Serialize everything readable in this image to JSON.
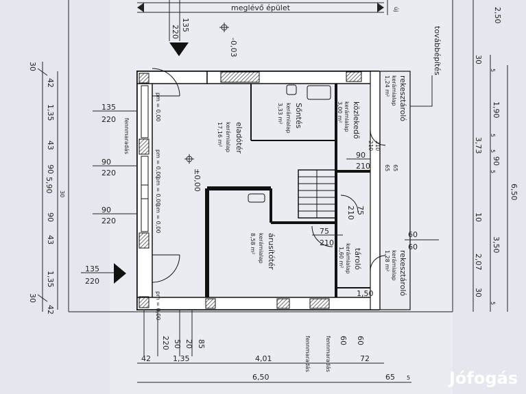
{
  "header": {
    "existing_building": "meglévő épület",
    "abbrev": "új"
  },
  "rooms": {
    "salesroom": {
      "name": "eladótér",
      "floor": "kerámialap",
      "area": "17,16 m²"
    },
    "bathroom": {
      "name": "Sőntés",
      "floor": "kerámialap",
      "area": "3,33 m²"
    },
    "corridor": {
      "name": "közlekedő",
      "floor": "kerámialap",
      "area": "3,00 m²"
    },
    "storage_top": {
      "name": "rekesztároló",
      "floor": "kerámialap",
      "area": "1,24 m²"
    },
    "goods_receiving": {
      "name": "árusítótér",
      "floor": "kerámialap",
      "area": "8,58 m²"
    },
    "storage_mid": {
      "name": "tároló",
      "floor": "kerámialap",
      "area": "1,60 m²"
    },
    "storage_bottom": {
      "name": "rekesztároló",
      "floor": "kerámialap",
      "area": "1,28 m²"
    }
  },
  "annotations": {
    "further_build": "továbbépítés",
    "remaining_left": "fennmaradás",
    "remaining_bottom1": "fennmaradás",
    "remaining_bottom2": "fennmaradás",
    "level_minus": "-0,03",
    "level_center": "±0,00",
    "pm_values": [
      "pm = 0,00",
      "pm = 0,00",
      "pm = 0,00",
      "pm = 0,00",
      "pm = 0,00"
    ]
  },
  "dims_top": [
    "220",
    "135"
  ],
  "dims_left_outer": [
    "30",
    "5,90",
    "30"
  ],
  "dims_left_inner": [
    "42",
    "1,35",
    "43",
    "90",
    "30",
    "90",
    "43",
    "1,35",
    "42"
  ],
  "dims_right": [
    "2,50",
    "30",
    "5",
    "1,90",
    "5",
    "3,73",
    "5",
    "90",
    "5",
    "10",
    "3,50",
    "2,07",
    "30",
    "5",
    "6,50"
  ],
  "dims_bottom_stack": [
    "220",
    "50",
    "20",
    "85",
    "60",
    "60"
  ],
  "dims_bottom_rows": [
    "42",
    "1,35",
    "4,01",
    "72",
    "6,50",
    "65",
    "5"
  ],
  "openings": [
    {
      "id": "w1",
      "top": "135",
      "bottom": "220"
    },
    {
      "id": "w2",
      "top": "90",
      "bottom": "220"
    },
    {
      "id": "w3",
      "top": "90",
      "bottom": "220"
    },
    {
      "id": "w4",
      "top": "135",
      "bottom": "220"
    },
    {
      "id": "d1",
      "top": "90",
      "bottom": "210"
    },
    {
      "id": "d2",
      "top": "75",
      "bottom": "210"
    },
    {
      "id": "d3",
      "top": "75",
      "bottom": "210"
    },
    {
      "id": "d4",
      "top": "60",
      "bottom": "60"
    },
    {
      "id": "d5",
      "top": "65",
      "bottom": "65"
    },
    {
      "id": "d6",
      "top": "210",
      "bottom": "210"
    },
    {
      "id": "d7",
      "top": "1,50",
      "bottom": ""
    }
  ],
  "watermark": "Jófogás"
}
